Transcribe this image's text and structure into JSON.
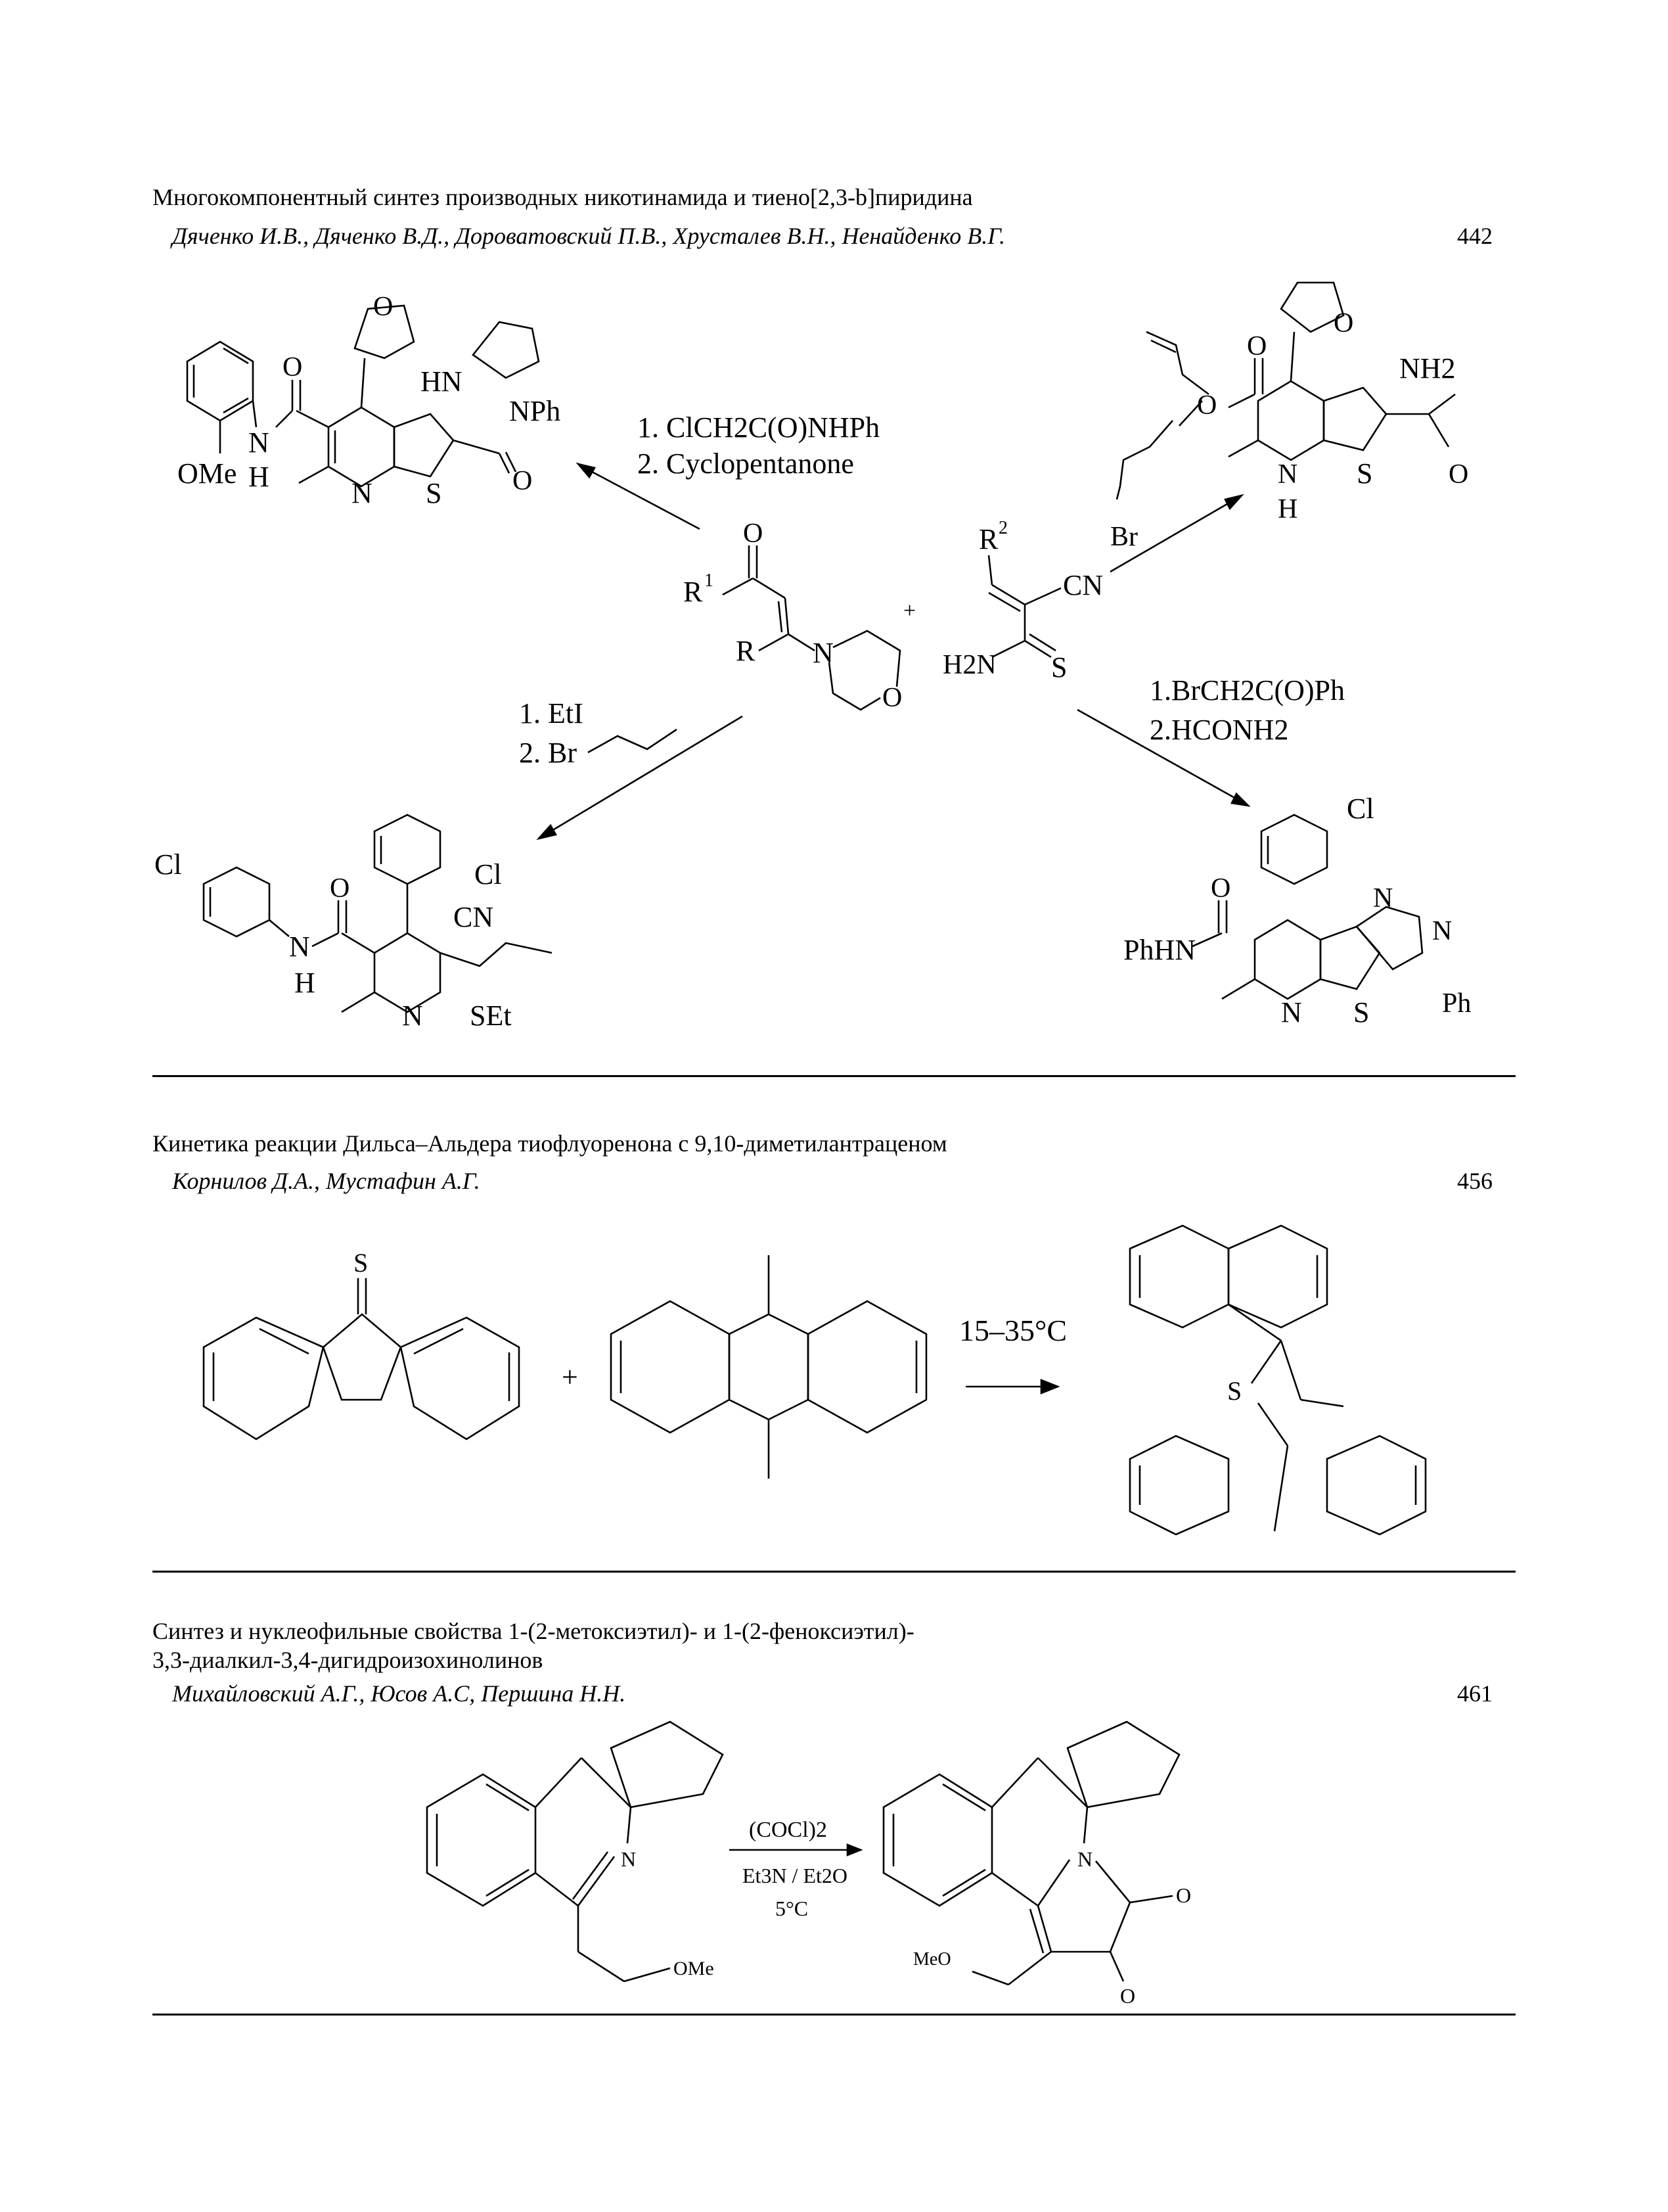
{
  "articles": [
    {
      "title": "Многокомпонентный синтез производных никотинамида и тиено[2,3-b]пиридина",
      "authors": "Дяченко И.В., Дяченко В.Д., Дороватовский П.В., Хрусталев В.Н., Ненайденко В.Г.",
      "page": "442",
      "scheme": {
        "cond_top_left_1": "1. ClCH2C(O)NHPh",
        "cond_top_left_2": "2. Cyclopentanone",
        "cond_bottom_left_1": "1. EtI",
        "cond_bottom_left_2": "2. Br",
        "cond_top_right": "Br",
        "cond_bottom_right_1": "1.BrCH2C(O)Ph",
        "cond_bottom_right_2": "2.HCONH2",
        "plus": "+",
        "labels": {
          "R1": "R",
          "R1_sup": "1",
          "R": "R",
          "R2": "R",
          "R2_sup": "2",
          "O": "O",
          "N": "N",
          "S": "S",
          "CN": "CN",
          "H2N": "H2N",
          "NH2": "NH2",
          "H": "H",
          "HN": "HN",
          "NPh": "NPh",
          "OMe": "OMe",
          "Cl": "Cl",
          "SEt": "SEt",
          "PhHN": "PhHN",
          "Ph": "Ph"
        }
      }
    },
    {
      "title": "Кинетика реакции Дильса–Альдера тиофлуоренона с 9,10-диметилантраценом",
      "authors": "Корнилов Д.А., Мустафин А.Г.",
      "page": "456",
      "scheme": {
        "condition": "15–35°C",
        "plus": "+",
        "S": "S"
      }
    },
    {
      "title_line1": "Синтез и нуклеофильные свойства 1-(2-метоксиэтил)- и 1-(2-феноксиэтил)-",
      "title_line2": "3,3-диалкил-3,4-дигидроизохинолинов",
      "authors": "Михайловский А.Г., Юсов А.С, Першина Н.Н.",
      "page": "461",
      "scheme": {
        "reagent": "(COCl)2",
        "solvent": "Et3N / Et2O",
        "temp": "5°C",
        "N": "N",
        "OMe": "OMe",
        "MeO": "MeO",
        "O": "O"
      }
    }
  ]
}
